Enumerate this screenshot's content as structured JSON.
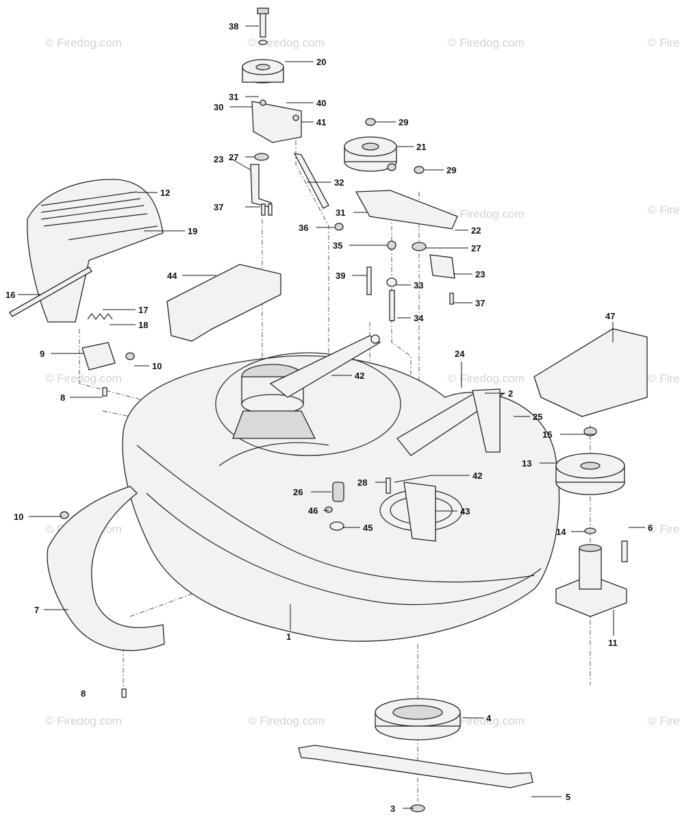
{
  "watermark": {
    "text": "© Firedog.com",
    "partial": "© Fire",
    "color": "#d2d2d2"
  },
  "callouts": [
    "1",
    "2",
    "3",
    "4",
    "5",
    "6",
    "7",
    "8",
    "8",
    "9",
    "10",
    "10",
    "11",
    "12",
    "13",
    "14",
    "15",
    "16",
    "17",
    "18",
    "19",
    "20",
    "21",
    "22",
    "23",
    "23",
    "24",
    "25",
    "26",
    "27",
    "27",
    "28",
    "29",
    "29",
    "30",
    "31",
    "31",
    "32",
    "33",
    "34",
    "35",
    "36",
    "37",
    "37",
    "38",
    "39",
    "40",
    "41",
    "42",
    "42",
    "43",
    "44",
    "45",
    "46",
    "47"
  ]
}
